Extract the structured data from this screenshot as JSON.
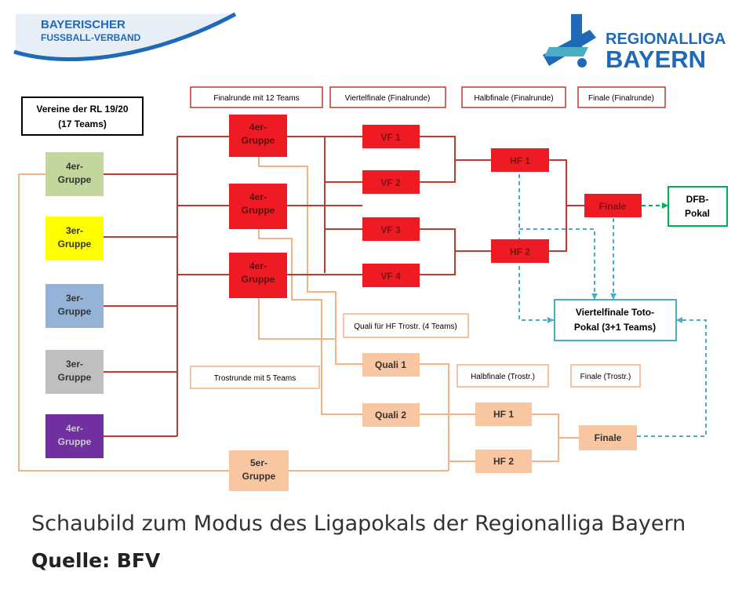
{
  "header": {
    "bfv_line1": "BAYERISCHER",
    "bfv_line2": "FUSSBALL-VERBAND",
    "rl_line1": "REGIONALLIGA",
    "rl_line2": "BAYERN"
  },
  "colors": {
    "red": "#ee1b24",
    "orange": "#f8c6a0",
    "green4": "#c3d69b",
    "yellow3": "#ffff00",
    "blue3": "#95b3d7",
    "grey3": "#bfbfbf",
    "purple4": "#7030a0",
    "cyan_dashed": "#4bacc6",
    "green_dashed": "#00b050",
    "brand_blue": "#1f6ab8"
  },
  "labels": {
    "vereine": [
      "Vereine der RL 19/20",
      "(17 Teams)"
    ],
    "finalrunde": "Finalrunde mit 12 Teams",
    "viertelfinale_fr": "Viertelfinale (Finalrunde)",
    "halbfinale_fr": "Halbfinale (Finalrunde)",
    "finale_fr": "Finale (Finalrunde)",
    "quali_hf": "Quali für HF Trostr. (4 Teams)",
    "trostrunde": "Trostrunde mit 5 Teams",
    "halbfinale_tr": "Halbfinale (Trostr.)",
    "finale_tr": "Finale (Trostr.)"
  },
  "groups": [
    [
      "4er-",
      "Gruppe"
    ],
    [
      "3er-",
      "Gruppe"
    ],
    [
      "3er-",
      "Gruppe"
    ],
    [
      "3er-",
      "Gruppe"
    ],
    [
      "4er-",
      "Gruppe"
    ]
  ],
  "final_groups": [
    [
      "4er-",
      "Gruppe"
    ],
    [
      "4er-",
      "Gruppe"
    ],
    [
      "4er-",
      "Gruppe"
    ]
  ],
  "viertelfinale": [
    "VF 1",
    "VF 2",
    "VF 3",
    "VF 4"
  ],
  "halbfinale": [
    "HF 1",
    "HF 2"
  ],
  "finale": "Finale",
  "dfb": [
    "DFB-",
    "Pokal"
  ],
  "toto": [
    "Viertelfinale Toto-",
    "Pokal (3+1 Teams)"
  ],
  "quali": [
    "Quali 1",
    "Quali 2"
  ],
  "trost_hf": [
    "HF 1",
    "HF 2"
  ],
  "trost_finale": "Finale",
  "gruppe5": [
    "5er-",
    "Gruppe"
  ],
  "caption": "Schaubild zum Modus des Ligapokals der Regionalliga Bayern",
  "source": "Quelle: BFV"
}
